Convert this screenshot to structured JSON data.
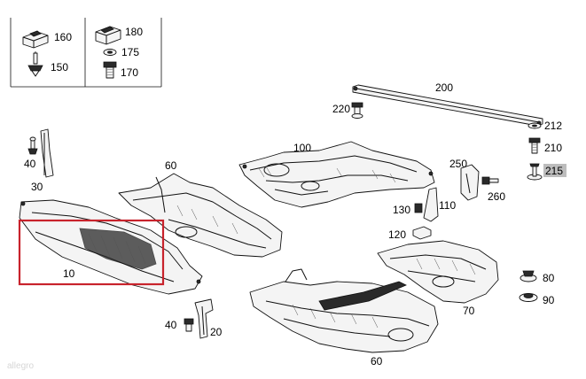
{
  "legend_box": {
    "items": [
      {
        "label": "160",
        "icon": "clip-nut-icon"
      },
      {
        "label": "150",
        "icon": "spreading-rivet-icon"
      },
      {
        "label": "180",
        "icon": "clip-nut-icon"
      },
      {
        "label": "175",
        "icon": "washer-icon"
      },
      {
        "label": "170",
        "icon": "bolt-icon"
      }
    ]
  },
  "callouts": [
    {
      "label": "200"
    },
    {
      "label": "220"
    },
    {
      "label": "212"
    },
    {
      "label": "210"
    },
    {
      "label": "215",
      "highlighted": true
    },
    {
      "label": "100"
    },
    {
      "label": "60"
    },
    {
      "label": "40"
    },
    {
      "label": "30"
    },
    {
      "label": "250"
    },
    {
      "label": "260"
    },
    {
      "label": "130"
    },
    {
      "label": "110"
    },
    {
      "label": "120"
    },
    {
      "label": "10"
    },
    {
      "label": "80"
    },
    {
      "label": "90"
    },
    {
      "label": "70"
    },
    {
      "label": "40"
    },
    {
      "label": "20"
    },
    {
      "label": "60"
    }
  ],
  "highlight_color": "#c8232c",
  "badge_color": "#bdbdbd",
  "watermark": "allegro"
}
